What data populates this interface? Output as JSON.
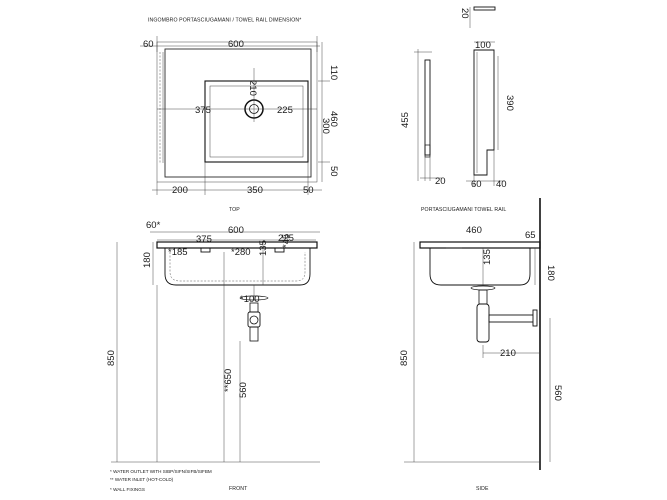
{
  "captions": {
    "top_header": "INGOMBRO PORTASCIUGAMANI / TOWEL RAIL DIMENSION*",
    "top_view": "TOP",
    "rail_view": "PORTASCIUGAMANI TOWEL RAIL",
    "front_view": "FRONT",
    "side_view": "SIDE"
  },
  "notes": {
    "n1": "* WATER OUTLET WITH SIBP/SIFN/SIFB/SIFBM",
    "n2": "** WATER INLET  (HOT-COLD)",
    "n3": "* WALL FIXINGS"
  },
  "top_dims": {
    "rail_depth": "60",
    "width": "600",
    "tap_offset": "210",
    "left": "375",
    "right": "225",
    "d110": "110",
    "d300": "300",
    "d460": "460",
    "d50r": "50",
    "b200": "200",
    "b350": "350",
    "b50": "50"
  },
  "rail_dims": {
    "t20": "20",
    "t100": "100",
    "h455": "455",
    "h390": "390",
    "b20": "20",
    "b60": "60",
    "b40": "40"
  },
  "front_dims": {
    "d60": "60*",
    "d600": "600",
    "d375": "375",
    "d225": "225",
    "d185": "*185",
    "d280": "*280",
    "d135": "135",
    "d45": "*45",
    "d180": "180",
    "d100": "*100",
    "d850": "850",
    "d650": "**650",
    "d560": "560"
  },
  "side_dims": {
    "d460": "460",
    "d65": "65",
    "d135": "135",
    "d180": "180",
    "d210": "210",
    "d850": "850",
    "d560": "560"
  }
}
